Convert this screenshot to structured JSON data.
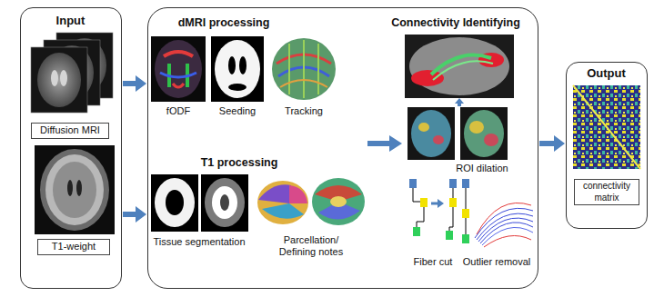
{
  "diagram": {
    "nodes": [
      {
        "text": [
          "Input"
        ]
      },
      {
        "text": [
          "Diffusion MRI"
        ],
        "in": 0
      },
      {
        "text": [
          "T1-weight"
        ],
        "in": 0
      },
      {
        "text": [
          "dMRI processing",
          "T1 processing",
          "Connectivity Identifying"
        ]
      },
      {
        "text": [
          "Output"
        ]
      },
      {
        "text": [
          "connectivity matrix"
        ],
        "in": 4
      }
    ],
    "edges": [
      {
        "from": 0,
        "to": 3,
        "arrow": "to"
      },
      {
        "from": 0,
        "to": 3,
        "arrow": "to"
      },
      {
        "from": 3,
        "to": 4,
        "arrow": "to"
      }
    ],
    "labels": [
      "fODF",
      "Seeding",
      "Tracking",
      "Tissue segmentation",
      "Parcellation/ Defining notes",
      "ROI dilation",
      "Fiber cut",
      "Outlier removal"
    ]
  }
}
